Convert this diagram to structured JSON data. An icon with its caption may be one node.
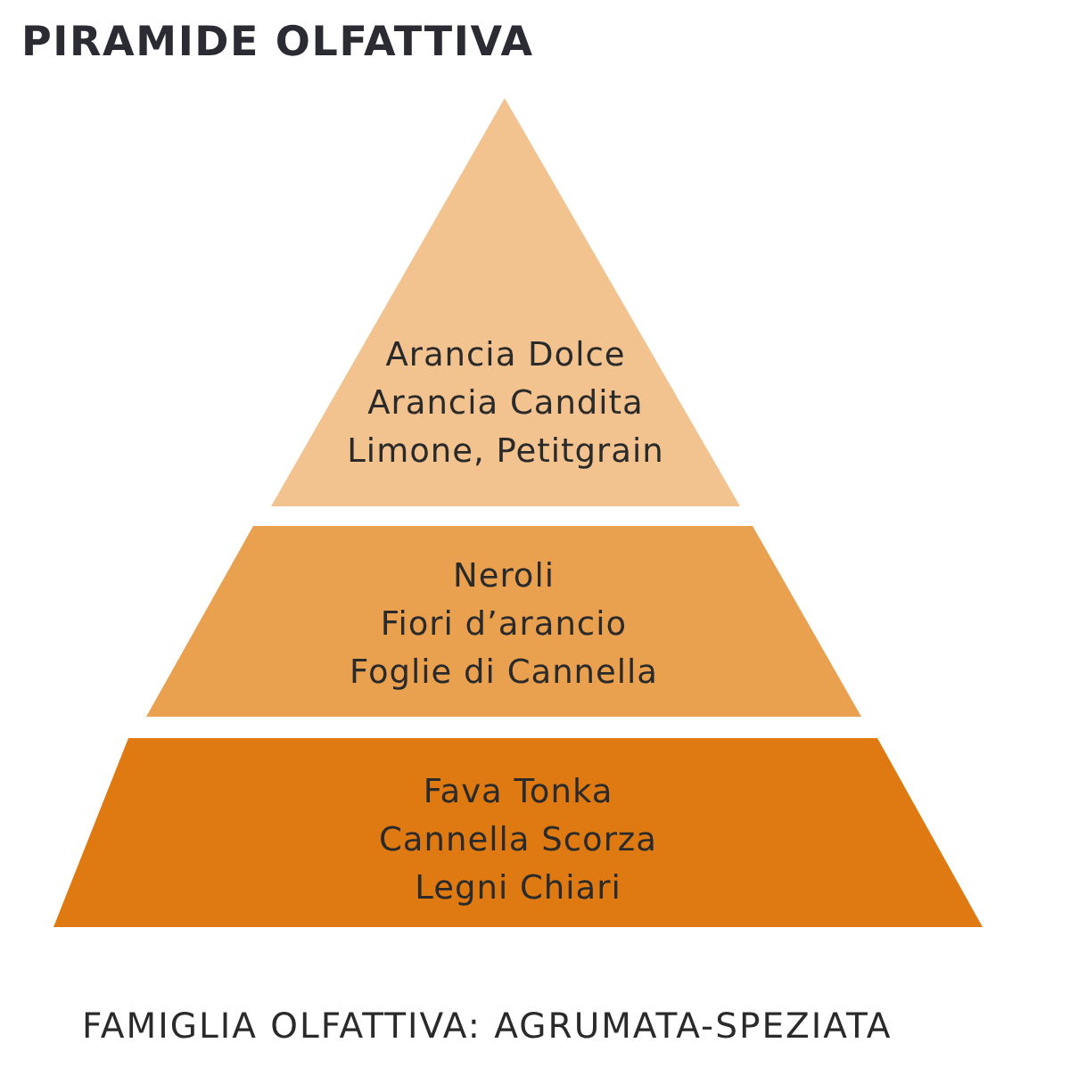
{
  "diagram": {
    "title": "PIRAMIDE OLFATTIVA",
    "caption": "FAMIGLIA OLFATTIVA: AGRUMATA-SPEZIATA",
    "nodes": [
      {
        "text": [
          "Arancia Dolce",
          "Arancia Candita",
          "Limone, Petitgrain"
        ]
      },
      {
        "text": [
          "Neroli",
          "Fiori d’arancio",
          "Foglie di Cannella"
        ]
      },
      {
        "text": [
          "Fava Tonka",
          "Cannella Scorza",
          "Legni Chiari"
        ]
      }
    ],
    "edges": []
  }
}
